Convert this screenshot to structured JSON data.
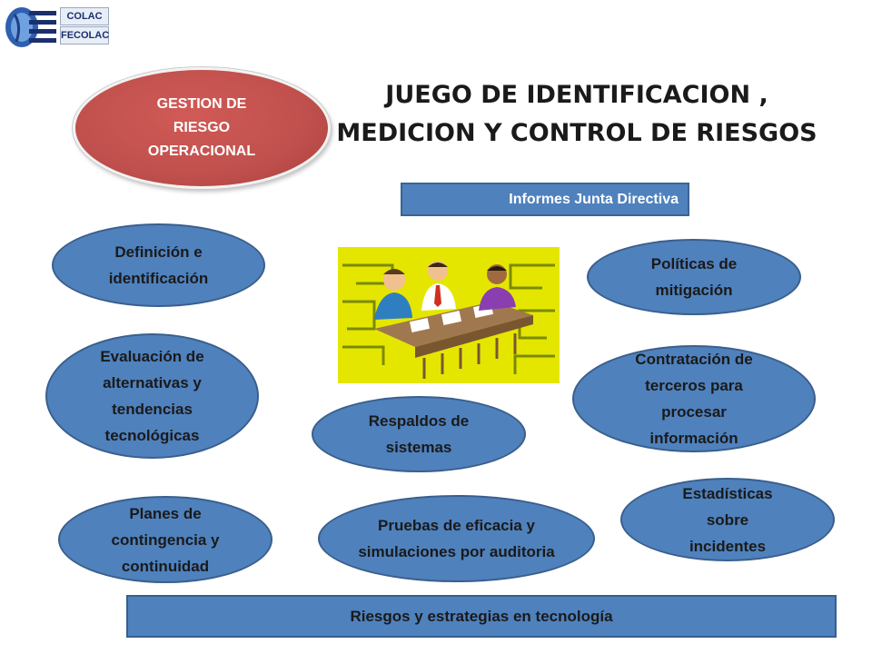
{
  "logo": {
    "line1": "COLAC",
    "line2": "FECOLAC"
  },
  "title": {
    "line1": "JUEGO DE IDENTIFICACION ,",
    "line2": "MEDICION Y CONTROL DE RIESGOS"
  },
  "gestion": "GESTION DE RIESGO OPERACIONAL",
  "informes": "Informes Junta  Directiva",
  "nodes": {
    "definicion": "Definición e identificación",
    "evaluacion": "Evaluación de alternativas y tendencias tecnológicas",
    "planes": "Planes de contingencia y continuidad",
    "respaldos": "Respaldos de sistemas",
    "pruebas": "Pruebas de eficacia y simulaciones por auditoria",
    "politicas": "Políticas de mitigación",
    "contratacion": "Contratación de terceros para procesar información",
    "estadisticas": "Estadísticas sobre incidentes"
  },
  "footer": "Riesgos y estrategias en tecnología",
  "colors": {
    "blue": "#4f81bd",
    "red": "#c0504d",
    "yellow": "#e5e600"
  },
  "icons": [
    "colac-logo-icon",
    "meeting-clipart-icon"
  ]
}
